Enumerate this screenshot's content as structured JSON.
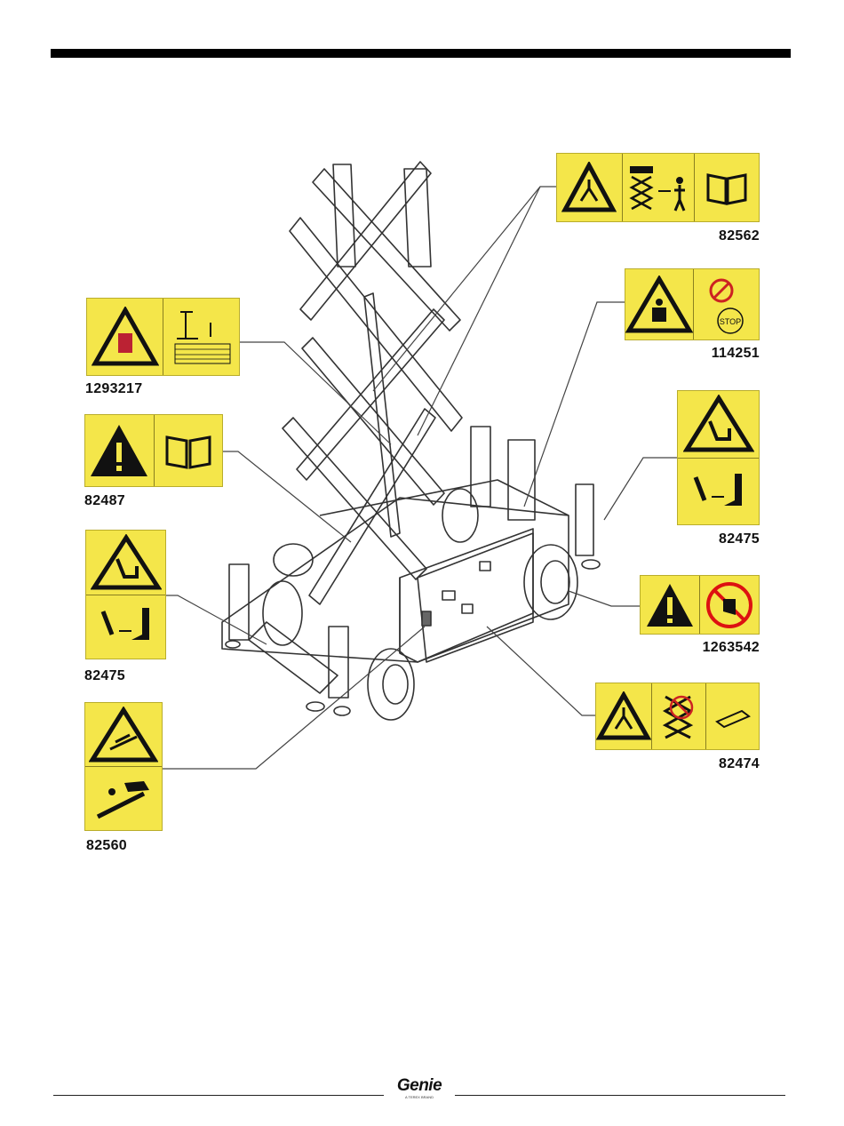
{
  "labels": {
    "d82562": "82562",
    "d114251": "114251",
    "d1293217": "1293217",
    "d82487": "82487",
    "d82475_right": "82475",
    "d82475_left": "82475",
    "d1263542": "1263542",
    "d82474": "82474",
    "d82560": "82560"
  },
  "logo": {
    "word": "Genie",
    "tagline": "A TEREX BRAND"
  },
  "colors": {
    "decal_yellow": "#f4e64a",
    "decal_border": "#8a8020",
    "ink": "#111111",
    "leader": "#444444"
  },
  "icons": [
    "warning-triangle-icon",
    "manual-book-icon",
    "crush-hazard-icon",
    "tip-over-icon",
    "stop-icon",
    "hand-prohibition-icon",
    "foot-crush-icon"
  ]
}
